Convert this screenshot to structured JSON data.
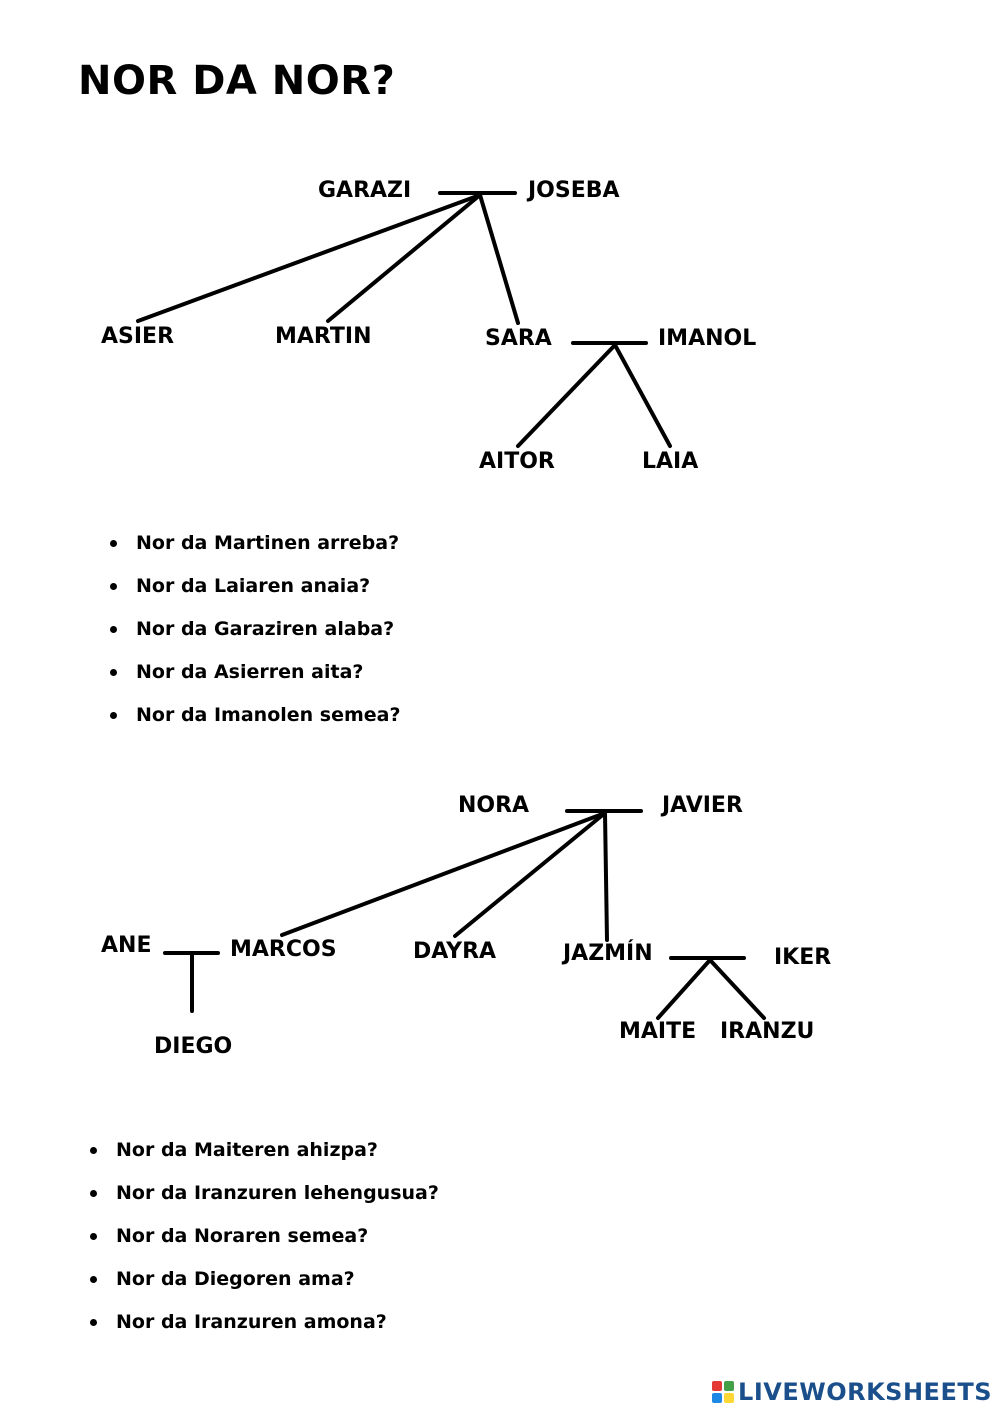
{
  "title": "NOR DA NOR?",
  "tree1": {
    "parents": [
      "GARAZI",
      "JOSEBA"
    ],
    "children": [
      "ASIER",
      "MARTIN",
      "SARA"
    ],
    "spouse": "IMANOL",
    "grandchildren": [
      "AITOR",
      "LAIA"
    ]
  },
  "questions1": [
    "Nor da Martinen arreba?",
    "Nor da Laiaren anaia?",
    "Nor da Garaziren alaba?",
    "Nor da Asierren aita?",
    "Nor da Imanolen semea?"
  ],
  "tree2": {
    "parents": [
      "NORA",
      "JAVIER"
    ],
    "left_spouse": "ANE",
    "children": [
      "MARCOS",
      "DAYRA",
      "JAZMÍN"
    ],
    "right_spouse": "IKER",
    "grandchild_left": "DIEGO",
    "grandchildren_right": [
      "MAITE",
      "IRANZU"
    ]
  },
  "questions2": [
    "Nor da Maiteren ahizpa?",
    "Nor da Iranzuren lehengusua?",
    "Nor da Noraren semea?",
    "Nor da Diegoren ama?",
    "Nor da Iranzuren amona?"
  ],
  "brand": {
    "text": "LIVEWORKSHEETS",
    "logo_colors": [
      "#e53935",
      "#43a047",
      "#1e88e5",
      "#fdd835"
    ],
    "text_color": "#1a4f8b"
  }
}
